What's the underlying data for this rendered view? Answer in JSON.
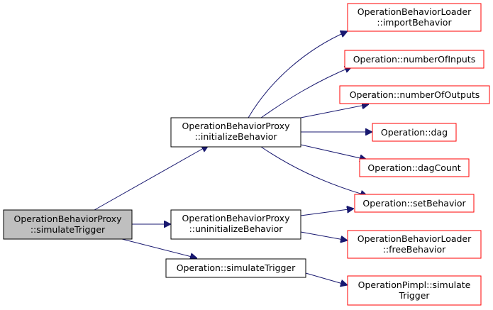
{
  "diagram": {
    "colors": {
      "edge": "#191970",
      "root_fill": "#bfbfbf",
      "internal_border": "#000000",
      "external_border": "#ff0000"
    },
    "nodes": {
      "simulateTrigger_proxy": {
        "line1": "OperationBehaviorProxy",
        "line2": "::simulateTrigger"
      },
      "initializeBehavior": {
        "line1": "OperationBehaviorProxy",
        "line2": "::initializeBehavior"
      },
      "uninitializeBehavior": {
        "line1": "OperationBehaviorProxy",
        "line2": "::uninitializeBehavior"
      },
      "operation_simulateTrigger": {
        "line1": "Operation::simulateTrigger"
      },
      "importBehavior": {
        "line1": "OperationBehaviorLoader",
        "line2": "::importBehavior"
      },
      "numberOfInputs": {
        "line1": "Operation::numberOfInputs"
      },
      "numberOfOutputs": {
        "line1": "Operation::numberOfOutputs"
      },
      "dag": {
        "line1": "Operation::dag"
      },
      "dagCount": {
        "line1": "Operation::dagCount"
      },
      "setBehavior": {
        "line1": "Operation::setBehavior"
      },
      "freeBehavior": {
        "line1": "OperationBehaviorLoader",
        "line2": "::freeBehavior"
      },
      "pimpl_simulateTrigger": {
        "line1": "OperationPimpl::simulate",
        "line2": "Trigger"
      }
    }
  }
}
